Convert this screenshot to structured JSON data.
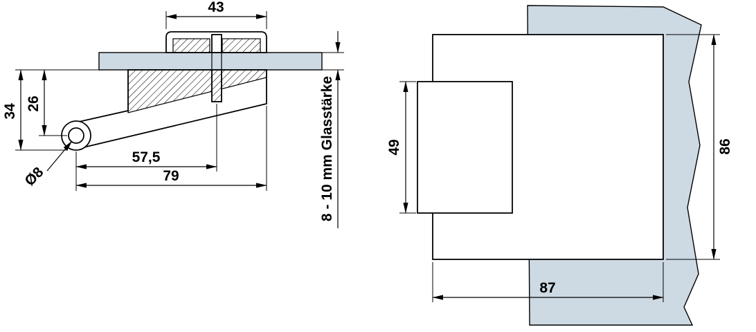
{
  "drawing": {
    "colors": {
      "material": "#cdd9e3",
      "line": "#000000",
      "bg": "#ffffff"
    },
    "left_view": {
      "dim_top_width": "43",
      "dim_height_total": "34",
      "dim_height_to_hole_center": "26",
      "dim_length_to_screw_axis": "57,5",
      "dim_length_total": "79",
      "dim_hole_diameter": "Ø8",
      "dim_glass_thickness": "8 - 10 mm Glasstärke"
    },
    "right_view": {
      "dim_tab_height": "49",
      "dim_body_height": "86",
      "dim_body_width": "87"
    }
  }
}
